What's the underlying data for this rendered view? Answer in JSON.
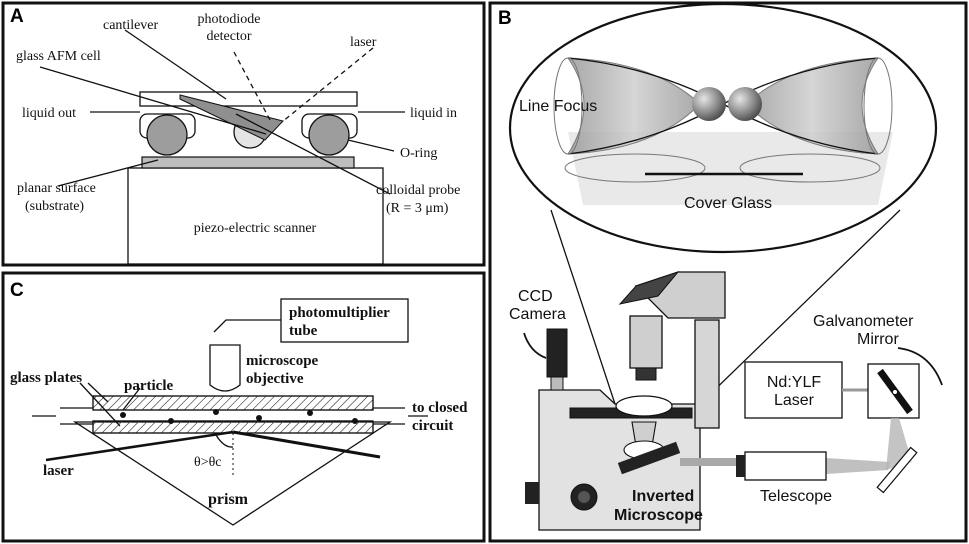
{
  "panels": {
    "a": {
      "label": "A",
      "texts": {
        "cantilever": "cantilever",
        "photodiode_1": "photodiode",
        "photodiode_2": "detector",
        "laser": "laser",
        "glass_cell": "glass AFM cell",
        "liquid_out": "liquid out",
        "liquid_in": "liquid in",
        "oring": "O-ring",
        "planar_1": "planar surface",
        "planar_2": "(substrate)",
        "probe_1": "colloidal probe",
        "probe_2": "(R = 3 μm)",
        "scanner": "piezo-electric scanner"
      }
    },
    "b": {
      "label": "B",
      "texts": {
        "line_focus": "Line Focus",
        "cover_glass": "Cover Glass",
        "ccd_1": "CCD",
        "ccd_2": "Camera",
        "galvo_1": "Galvanometer",
        "galvo_2": "Mirror",
        "laser_1": "Nd:YLF",
        "laser_2": "Laser",
        "telescope": "Telescope",
        "inverted_1": "Inverted",
        "inverted_2": "Microscope"
      }
    },
    "c": {
      "label": "C",
      "texts": {
        "pm_1": "photomultiplier",
        "pm_2": "tube",
        "obj_1": "microscope",
        "obj_2": "objective",
        "glass_plates": "glass plates",
        "particle": "particle",
        "closed_1": "to closed",
        "closed_2": "circuit",
        "laser": "laser",
        "theta": "θ>θc",
        "prism": "prism"
      }
    }
  }
}
